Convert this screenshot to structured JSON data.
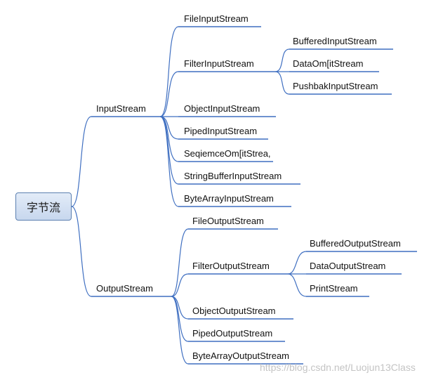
{
  "root": {
    "label": "字节流"
  },
  "input": {
    "label": "InputStream",
    "children": [
      "FileInputStream",
      "FilterInputStream",
      "ObjectInputStream",
      "PipedInputStream",
      "SeqiemceOm[itStrea,",
      "StringBufferInputStream",
      "ByteArrayInputStream"
    ],
    "filter_children": [
      "BufferedInputStream",
      "DataOm[itStream",
      "PushbakInputStream"
    ]
  },
  "output": {
    "label": "OutputStream",
    "children": [
      "FileOutputStream",
      "FilterOutputStream",
      "ObjectOutputStream",
      "PipedOutputStream",
      "ByteArrayOutputStream"
    ],
    "filter_children": [
      "BufferedOutputStream",
      "DataOutputStream",
      "PrintStream"
    ]
  },
  "watermark": "https://blog.csdn.net/Luojun13Class",
  "colors": {
    "line": "#3f6fc1",
    "node_border": "#5b7fb0",
    "node_fill": "#d3e0f2"
  }
}
